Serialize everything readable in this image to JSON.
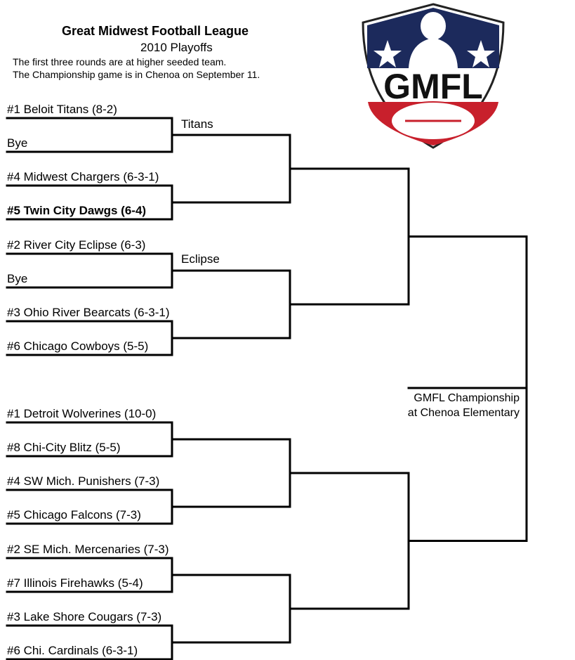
{
  "header": {
    "title": "Great Midwest Football League",
    "subtitle": "2010 Playoffs",
    "note1": "The first three rounds are at higher seeded team.",
    "note2": "The Championship game is in Chenoa on September 11."
  },
  "logo": {
    "text": "GMFL",
    "colors": {
      "navy": "#1c2a5c",
      "red": "#c8202c",
      "black": "#111111"
    }
  },
  "bracket": {
    "teams": [
      {
        "label": "#1 Beloit Titans (8-2)",
        "bold": false
      },
      {
        "label": "Bye",
        "bold": false
      },
      {
        "label": "#4 Midwest Chargers (6-3-1)",
        "bold": false
      },
      {
        "label": "#5 Twin City Dawgs (6-4)",
        "bold": true
      },
      {
        "label": "#2 River City Eclipse (6-3)",
        "bold": false
      },
      {
        "label": "Bye",
        "bold": false
      },
      {
        "label": "#3 Ohio River Bearcats (6-3-1)",
        "bold": false
      },
      {
        "label": "#6 Chicago Cowboys (5-5)",
        "bold": false
      },
      {
        "label": "#1 Detroit Wolverines (10-0)",
        "bold": false
      },
      {
        "label": "#8 Chi-City Blitz (5-5)",
        "bold": false
      },
      {
        "label": "#4 SW Mich. Punishers (7-3)",
        "bold": false
      },
      {
        "label": "#5 Chicago Falcons (7-3)",
        "bold": false
      },
      {
        "label": "#2 SE Mich. Mercenaries (7-3)",
        "bold": false
      },
      {
        "label": "#7 Illinois Firehawks (5-4)",
        "bold": false
      },
      {
        "label": "#3 Lake Shore Cougars (7-3)",
        "bold": false
      },
      {
        "label": "#6 Chi. Cardinals (6-3-1)",
        "bold": false
      }
    ],
    "advancers": {
      "titans": "Titans",
      "eclipse": "Eclipse"
    },
    "championship": {
      "line1": "GMFL Championship",
      "line2": "at Chenoa Elementary"
    }
  }
}
